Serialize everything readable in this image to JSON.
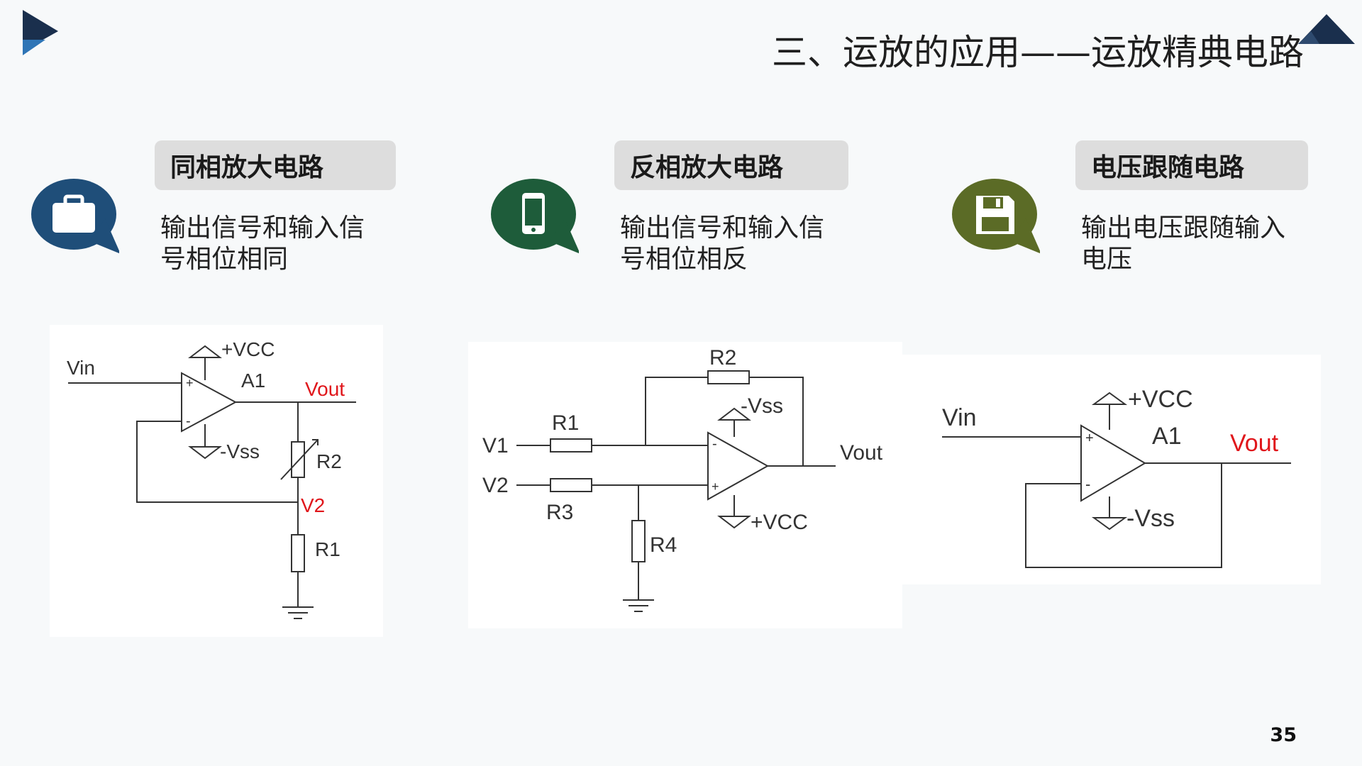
{
  "header": {
    "title": "三、运放的应用——运放精典电路"
  },
  "sections": [
    {
      "label": "同相放大电路",
      "description_lines": [
        "输出信号和输入信",
        "号相位相同"
      ],
      "icon": "briefcase-icon",
      "icon_color": "#1f4e79"
    },
    {
      "label": "反相放大电路",
      "description_lines": [
        "输出信号和输入信",
        "号相位相反"
      ],
      "icon": "mobile-phone-icon",
      "icon_color": "#1e5c3a"
    },
    {
      "label": "电压跟随电路",
      "description_lines": [
        "输出电压跟随输入",
        "电压"
      ],
      "icon": "floppy-disk-icon",
      "icon_color": "#5b6b26"
    }
  ],
  "circuits": {
    "noninverting": {
      "vin": "Vin",
      "vcc": "+VCC",
      "vss": "-Vss",
      "amp": "A1",
      "vout": "Vout",
      "r2": "R2",
      "v2": "V2",
      "r1": "R1",
      "plus": "+",
      "minus": "-"
    },
    "inverting": {
      "v1": "V1",
      "v2": "V2",
      "r1": "R1",
      "r2": "R2",
      "r3": "R3",
      "r4": "R4",
      "vss": "-Vss",
      "vcc": "+VCC",
      "vout": "Vout",
      "plus": "+",
      "minus": "-"
    },
    "follower": {
      "vin": "Vin",
      "vcc": "+VCC",
      "vss": "-Vss",
      "amp": "A1",
      "vout": "Vout",
      "plus": "+",
      "minus": "-"
    }
  },
  "colors": {
    "accent_red": "#e0161b",
    "navy": "#1a2f4d",
    "label_bg": "#dddddd"
  },
  "page": {
    "number": "35"
  }
}
